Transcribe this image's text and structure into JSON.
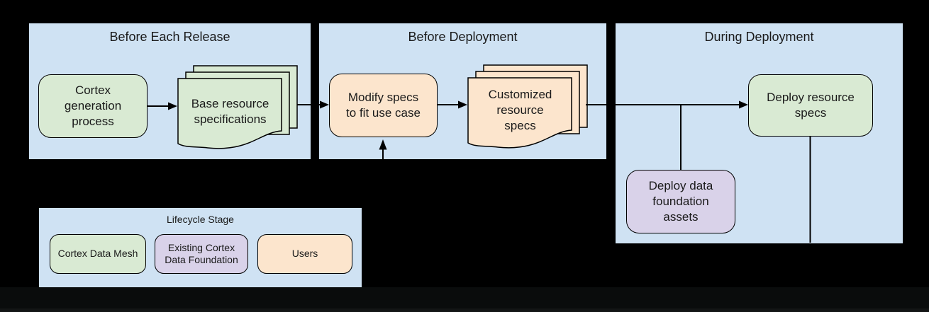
{
  "colors": {
    "background": "#000000",
    "panel_blue": "#cfe2f3",
    "cortex_data_mesh_green": "#d9ead3",
    "users_orange": "#fce5cd",
    "existing_foundation_purple": "#d9d2e9",
    "line_black": "#000000"
  },
  "panels": [
    {
      "title": "Before Each Release",
      "nodes": [
        {
          "label": "Cortex\ngeneration\nprocess",
          "type": "process",
          "color": "green"
        },
        {
          "label": "Base resource\nspecifications",
          "type": "document-stack",
          "color": "green"
        }
      ]
    },
    {
      "title": "Before Deployment",
      "nodes": [
        {
          "label": "Modify specs\nto fit use case",
          "type": "process",
          "color": "orange"
        },
        {
          "label": "Customized\nresource\nspecs",
          "type": "document-stack",
          "color": "orange"
        }
      ]
    },
    {
      "title": "During Deployment",
      "nodes": [
        {
          "label": "Deploy resource\nspecs",
          "type": "process",
          "color": "green"
        },
        {
          "label": "Deploy data\nfoundation\nassets",
          "type": "process",
          "color": "purple"
        }
      ]
    }
  ],
  "legend": {
    "title": "Lifecycle Stage",
    "items": [
      {
        "label": "Cortex Data Mesh",
        "color": "green"
      },
      {
        "label": "Existing Cortex\nData Foundation",
        "color": "purple"
      },
      {
        "label": "Users",
        "color": "orange"
      }
    ]
  }
}
